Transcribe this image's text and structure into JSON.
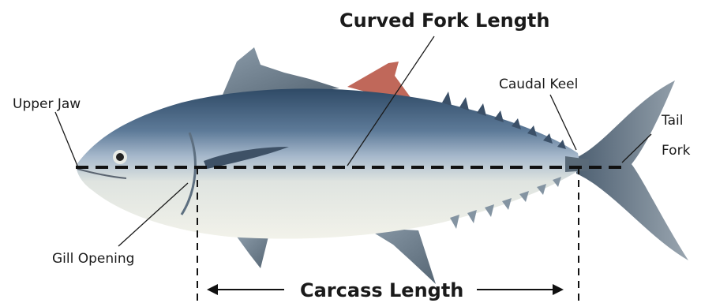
{
  "labels": {
    "curved_fork_length": "Curved Fork Length",
    "upper_jaw": "Upper Jaw",
    "caudal_keel": "Caudal Keel",
    "tail_line1": "Tail",
    "tail_line2": "Fork",
    "gill_opening": "Gill Opening",
    "carcass_length": "Carcass Length"
  },
  "colors": {
    "back": "#34506c",
    "flank": "#9fb3c8",
    "belly": "#eef0ea",
    "dorsal_fin_red": "#c0685a",
    "fin_grey": "#6f7f8c",
    "line": "#111111"
  }
}
